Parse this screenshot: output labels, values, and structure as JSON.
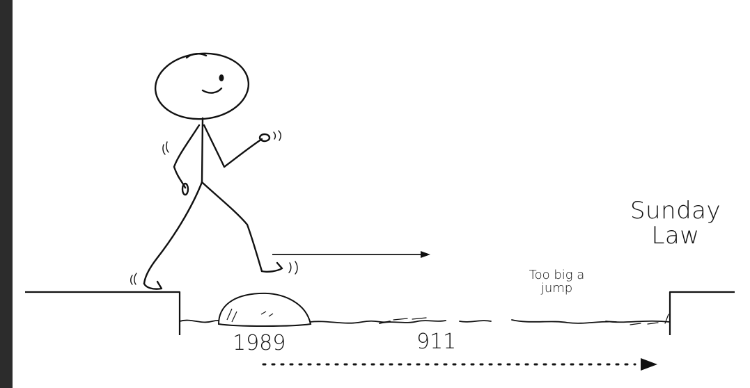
{
  "labels": {
    "destination_line1": "Sunday",
    "destination_line2": "Law",
    "gap_line1": "Too big a",
    "gap_line2": "jump",
    "stone_year": "1989",
    "event_year": "911"
  },
  "icons": {
    "walker": "stick-figure-icon",
    "stone": "stepping-stone-icon",
    "motion_arrow": "arrow-right-icon",
    "timeline_arrow": "dotted-arrow-right-icon"
  },
  "colors": {
    "ink": "#111111",
    "background": "#ffffff",
    "edge_bar": "#2c2c2c"
  }
}
